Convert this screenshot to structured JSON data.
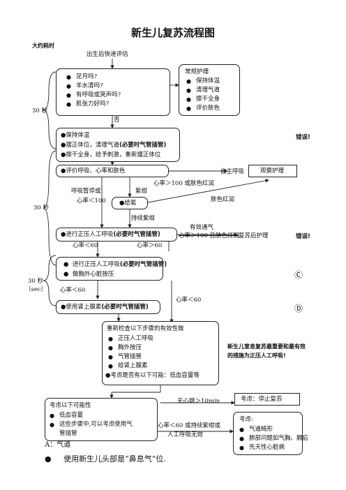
{
  "title": "新生儿复苏流程图",
  "subtitle": "大约耗时",
  "start_label": "出生后快速评估",
  "assess_box": {
    "items": [
      "足月吗?",
      "羊水清吗?",
      "有呼吸或哭声吗?",
      "肌张力好吗?"
    ]
  },
  "routine_box": {
    "title": "常规护理",
    "items": [
      "保持体温",
      "清理气道",
      "擦干全身",
      "评价肤色"
    ]
  },
  "label_no": "否",
  "step1_box": {
    "line1": "保持体温",
    "line2_a": "摆正体位，清理气道",
    "line2_b": "(必要时气管插管)",
    "line3": "擦干全身，给予刺激，重新摆正体位"
  },
  "error_label": "错误!",
  "eval_box": {
    "text": "评价呼吸、心率和肤色"
  },
  "spont_label": "自主呼吸",
  "observe_box": {
    "text": "观察护理"
  },
  "hr_gt100_label": "心率＞100 或肤色红润",
  "apnea_label_1": "呼吸暂停或",
  "apnea_label_2": "心率＜100",
  "cyanosis_label": "紫绀",
  "pink_label": "肤色红润",
  "oxygen_box": {
    "text": "给氧"
  },
  "persist_label": "持续紫绀",
  "ppv_box": {
    "text_a": "进行正压人工呼吸",
    "text_b": "(必要时气管插管)"
  },
  "effective_label": "有效通气",
  "hr_strike_label": "心率＞100 且肤色红润",
  "post_care_label": "复苏后护理",
  "hr_lt60_label_1": "心率＜60",
  "hr_gt60_label": "心率＞60",
  "ppv_cpr_box": {
    "line1_a": "进行正压人工呼吸",
    "line1_b": "(必要时气管插管)",
    "line2": "做胸外心脏按压"
  },
  "circle_c": "Ⓒ",
  "circle_d": "Ⓓ",
  "hr_lt60_label_2": "心率＜60",
  "hr_lt60_label_3": "心率＜60",
  "epi_box": {
    "text_a": "使用肾上腺素",
    "text_b": "(必要时气管插管)"
  },
  "recheck_box": {
    "title": "重新检查以下步骤的有效性做",
    "items": [
      "正压人工呼吸",
      "胸外按压",
      "气管插管",
      "给肾上腺素"
    ],
    "last": "考虑是否有以下可能：低血容量等"
  },
  "note_line1": "新生儿室息复苏最重要和最有效",
  "note_line2": "的措施为正压人工呼吸!",
  "time_30s_a": "30 秒",
  "time_30s_b": "30 秒",
  "time_30s_c": "30 秒",
  "time_sec": "（sec）",
  "no_hb_label": "无心跳＞10min",
  "stop_box": {
    "text": "考虑：停止复苏"
  },
  "consider_box": {
    "title": "考虑以下可能性",
    "items": [
      "低血容量",
      "这些步骤中,可以考虑使用气"
    ],
    "cont": "管插管"
  },
  "persist_hr_label_1": "心率＜60 或持续紫绀或",
  "persist_hr_label_2": "人工呼吸无效",
  "consider2_box": {
    "title": "考虑:",
    "items": [
      "气道畸形",
      "肺部问题如气胸、膈疝",
      "先天性心脏病"
    ]
  },
  "bottom_a": "A：气道",
  "bottom_bullet": "使用新生儿头部是“鼻息气”位."
}
